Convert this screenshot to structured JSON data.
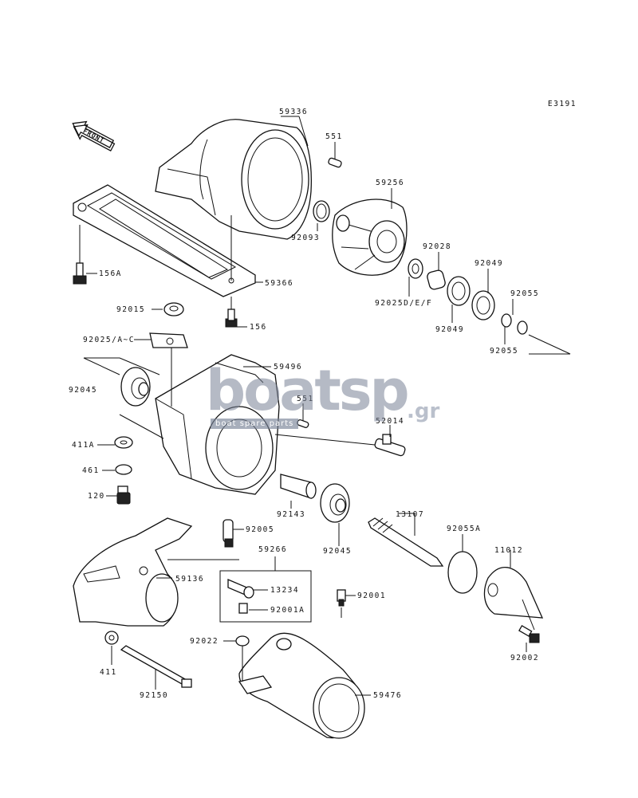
{
  "diagram_code": "E3191",
  "front_label": "FRONT",
  "watermark": {
    "main": "boatsp",
    "tld": ".gr",
    "sub": "boat spare parts"
  },
  "labels": {
    "l59336": "59336",
    "l551a": "551",
    "l59256": "59256",
    "l92093": "92093",
    "l92028": "92028",
    "l92049a": "92049",
    "l156a": "156A",
    "l59366": "59366",
    "l92025def": "92025D/E/F",
    "l92049b": "92049",
    "l92055a": "92055",
    "l92055b": "92055",
    "l92015": "92015",
    "l156": "156",
    "l92025ac": "92025/A~C",
    "l59496": "59496",
    "l92045a": "92045",
    "l551b": "551",
    "l52014": "52014",
    "l411a": "411A",
    "l461": "461",
    "l120": "120",
    "l92143": "92143",
    "l13107": "13107",
    "l92055A": "92055A",
    "l11012": "11012",
    "l92045b": "92045",
    "l92005": "92005",
    "l59266": "59266",
    "l59136": "59136",
    "l13234": "13234",
    "l92001": "92001",
    "l92001A": "92001A",
    "l92022": "92022",
    "l92002": "92002",
    "l411": "411",
    "l92150": "92150",
    "l59476": "59476"
  }
}
